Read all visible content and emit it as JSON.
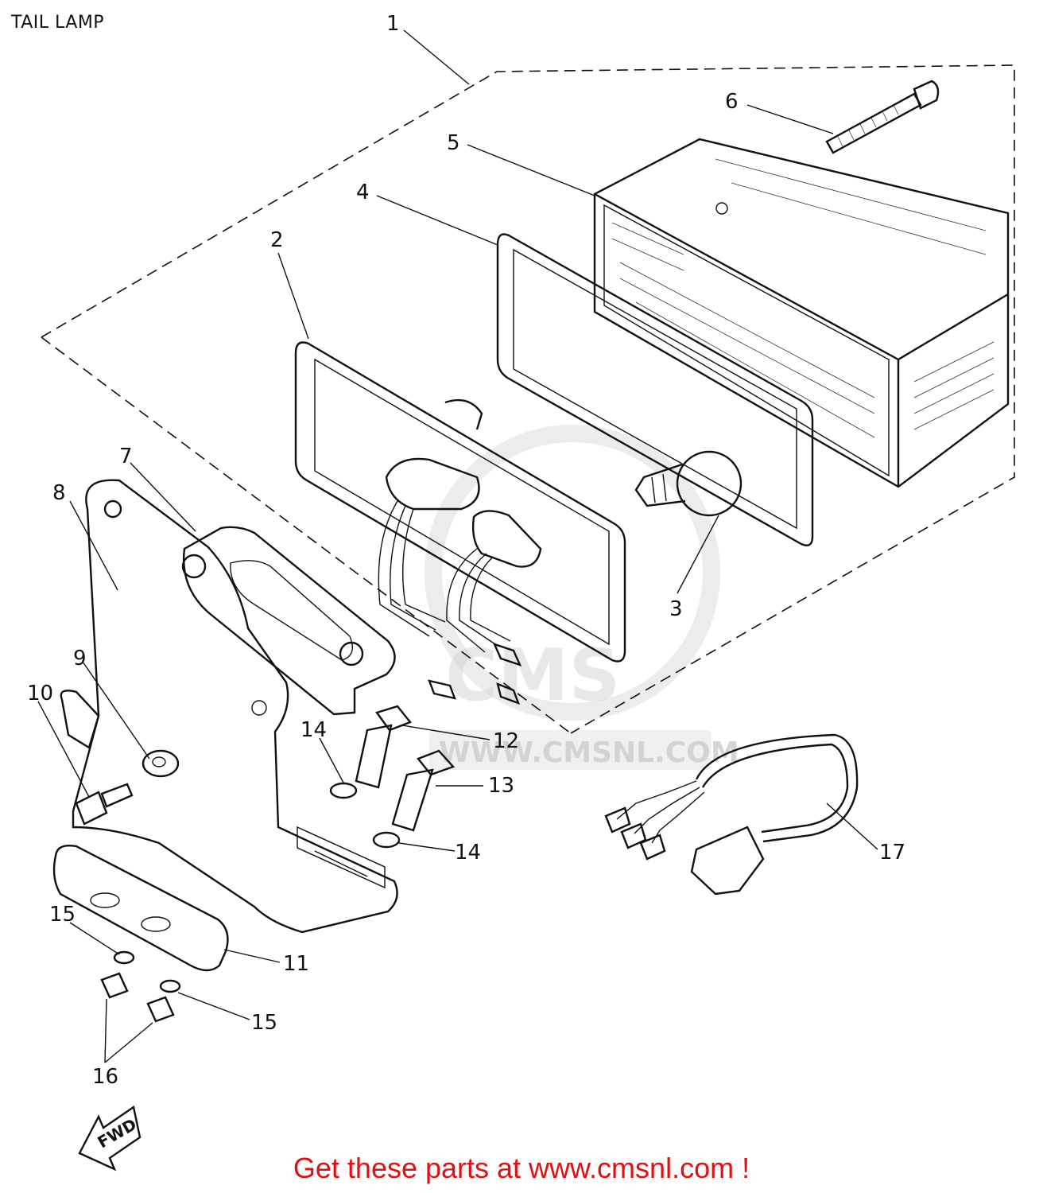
{
  "page": {
    "title": "TAIL LAMP",
    "promo_text": "Get these parts at www.cmsnl.com !"
  },
  "watermark": {
    "logo_text": "CMS",
    "site_text": "WWW.CMSNL.COM"
  },
  "fwd_label": "FWD",
  "callouts": [
    {
      "id": "1",
      "label": "1"
    },
    {
      "id": "2",
      "label": "2"
    },
    {
      "id": "3",
      "label": "3"
    },
    {
      "id": "4",
      "label": "4"
    },
    {
      "id": "5",
      "label": "5"
    },
    {
      "id": "6",
      "label": "6"
    },
    {
      "id": "7",
      "label": "7"
    },
    {
      "id": "8",
      "label": "8"
    },
    {
      "id": "9",
      "label": "9"
    },
    {
      "id": "10",
      "label": "10"
    },
    {
      "id": "11",
      "label": "11"
    },
    {
      "id": "12",
      "label": "12"
    },
    {
      "id": "13",
      "label": "13"
    },
    {
      "id": "14a",
      "label": "14"
    },
    {
      "id": "14b",
      "label": "14"
    },
    {
      "id": "15a",
      "label": "15"
    },
    {
      "id": "15b",
      "label": "15"
    },
    {
      "id": "16",
      "label": "16"
    },
    {
      "id": "17",
      "label": "17"
    }
  ],
  "colors": {
    "line": "#111111",
    "promo": "#e01010",
    "watermark": "#cfcfcf"
  }
}
